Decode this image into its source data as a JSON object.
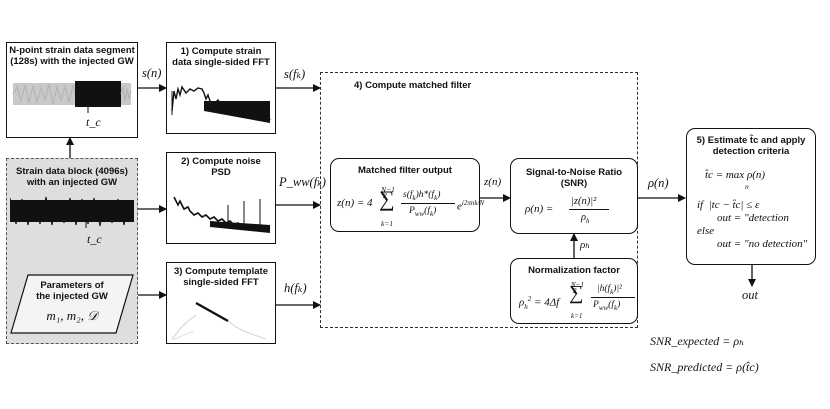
{
  "boxes": {
    "segment": {
      "title": "N-point strain data segment\n(128s) with the injected GW",
      "marker": "t_c"
    },
    "block": {
      "title": "Strain data block (4096s)\nwith an injected GW",
      "marker": "t_c"
    },
    "params": {
      "title": "Parameters of\nthe injected GW",
      "formula": "m₁, m₂, 𝒟"
    },
    "fft": {
      "title": "1) Compute strain\ndata single-sided FFT"
    },
    "psd": {
      "title": "2) Compute noise\nPSD"
    },
    "template": {
      "title": "3) Compute template\nsingle-sided FFT"
    },
    "matched_region": {
      "title": "4) Compute matched filter"
    },
    "mf_output": {
      "title": "Matched filter output",
      "formula": "z(n) = 4 Σₖ₌₁^{N/2−1} s(fₖ)h*(fₖ)/P_ww(fₖ) e^{i2πnk/N}"
    },
    "snr": {
      "title": "Signal-to-Noise Ratio\n(SNR)",
      "formula": "ρ(n) = |z(n)|² / ρₕ"
    },
    "norm": {
      "title": "Normalization factor",
      "formula": "ρₕ² = 4Δf Σₖ₌₁^{N/2−1} |h(fₖ)|² / P_ww(fₖ)"
    },
    "estimate": {
      "title": "5) Estimate t̂c and apply\ndetection criteria",
      "line1": "t̂c = max ρ(n)",
      "line1_sub": "n",
      "line2": "if  |tc − t̂c| ≤ ε",
      "line3": "out = \"detection",
      "line4": "else",
      "line5": "out = \"no detection\""
    }
  },
  "labels": {
    "s_n": "s(n)",
    "s_fk": "s(fₖ)",
    "pww": "P_ww(fₖ)",
    "h_fk": "h(fₖ)",
    "z_n": "z(n)",
    "rho_n": "ρ(n)",
    "rho_h": "ρₕ",
    "out": "out"
  },
  "footer": {
    "snr_expected": "SNR_expected = ρₕ",
    "snr_predicted": "SNR_predicted = ρ(t̂c)"
  }
}
